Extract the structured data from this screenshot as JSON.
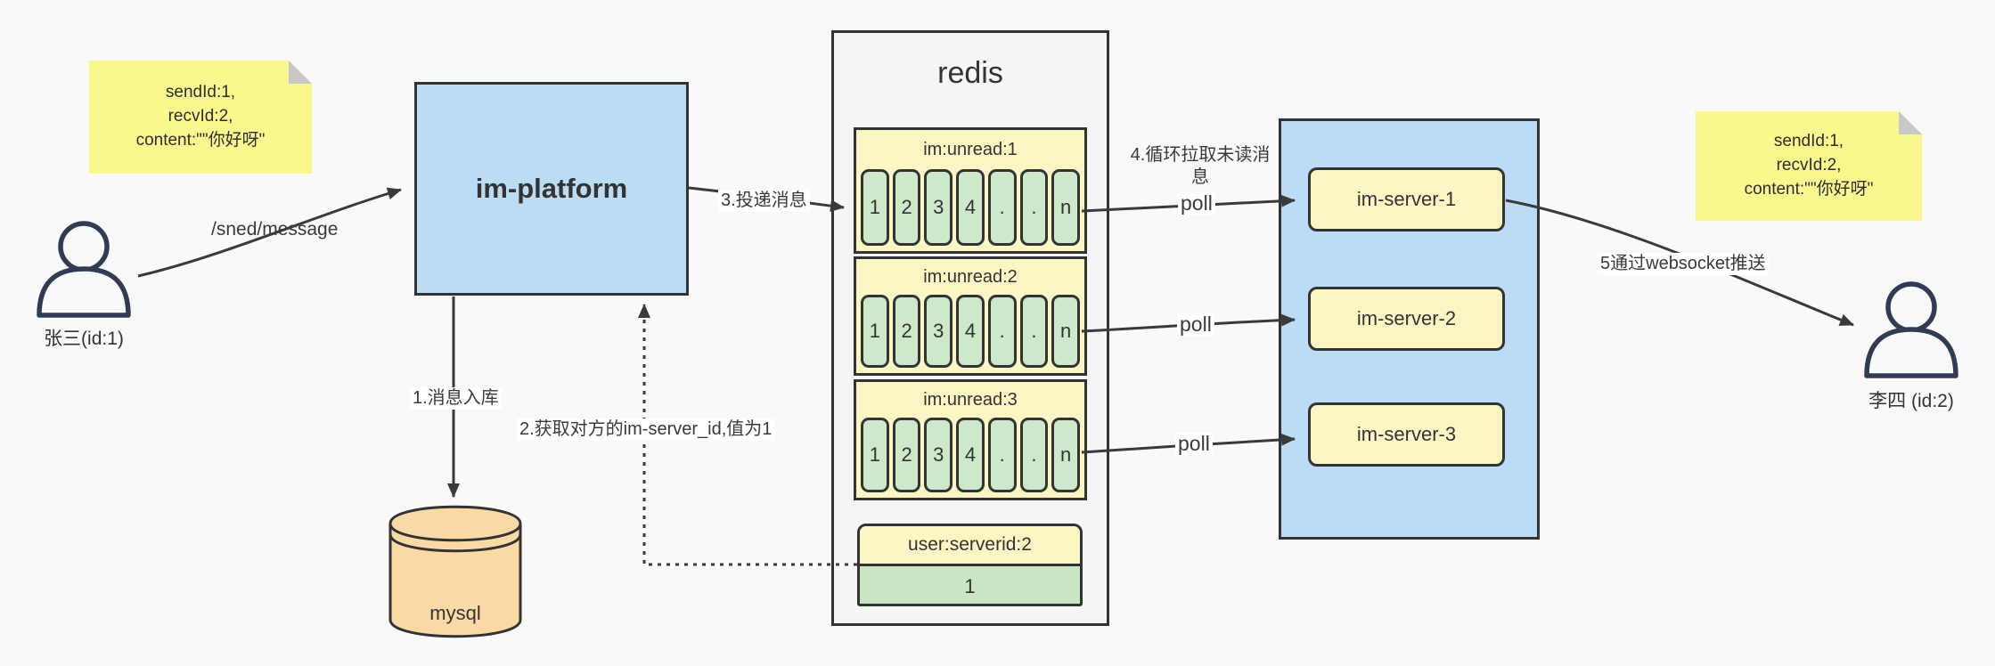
{
  "notes": {
    "left": {
      "line1": "sendId:1,",
      "line2": "recvId:2,",
      "line3": "content:\"\"你好呀\""
    },
    "right": {
      "line1": "sendId:1,",
      "line2": "recvId:2,",
      "line3": "content:\"\"你好呀\""
    }
  },
  "actors": {
    "sender": {
      "label": "张三(id:1)"
    },
    "receiver": {
      "label": "李四 (id:2)"
    }
  },
  "platform": {
    "label": "im-platform"
  },
  "database": {
    "label": "mysql"
  },
  "redis": {
    "title": "redis",
    "queues": [
      {
        "title": "im:unread:1",
        "cells": [
          "1",
          "2",
          "3",
          "4",
          ".",
          ".",
          "n"
        ]
      },
      {
        "title": "im:unread:2",
        "cells": [
          "1",
          "2",
          "3",
          "4",
          ".",
          ".",
          "n"
        ]
      },
      {
        "title": "im:unread:3",
        "cells": [
          "1",
          "2",
          "3",
          "4",
          ".",
          ".",
          "n"
        ]
      }
    ],
    "mapping": {
      "title": "user:serverid:2",
      "value": "1"
    }
  },
  "servers": {
    "items": [
      {
        "label": "im-server-1"
      },
      {
        "label": "im-server-2"
      },
      {
        "label": "im-server-3"
      }
    ]
  },
  "edges": {
    "send": "/sned/message",
    "store": "1.消息入库",
    "lookup": "2.获取对方的im-server_id,值为1",
    "deliver": "3.投递消息",
    "pull": "4.循环拉取未读消息",
    "poll": "poll",
    "push": "5通过websocket推送"
  },
  "colors": {
    "box_blue": "#bcdcf5",
    "note_yellow": "#faf78f",
    "box_yellow": "#fcf6c5",
    "cell_green": "#cde8cb",
    "db_orange": "#fbd9a4",
    "panel_gray": "#f5f5f5",
    "line": "#3a3a3a"
  }
}
